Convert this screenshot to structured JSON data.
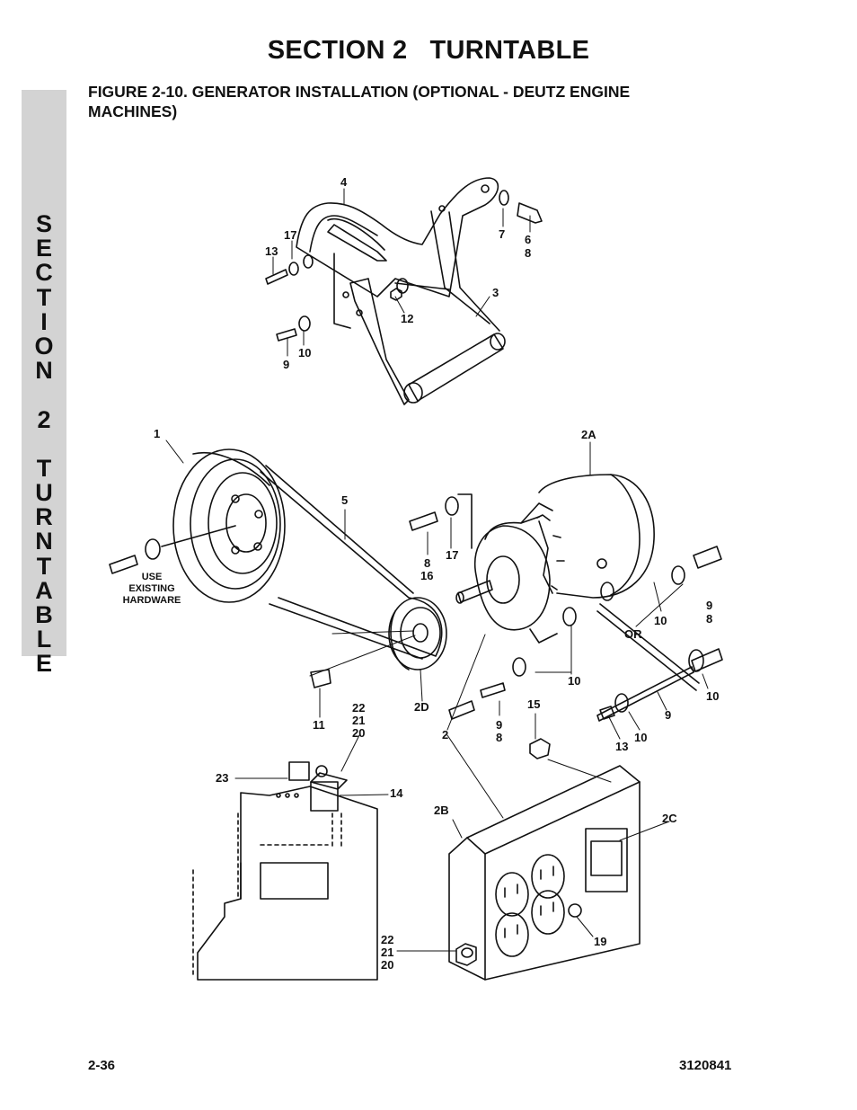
{
  "section_title": "SECTION 2   TURNTABLE",
  "figure_title": "FIGURE 2-10.  GENERATOR INSTALLATION (OPTIONAL - DEUTZ ENGINE MACHINES)",
  "side_tab": "SECTION 2 TURNTABLE",
  "footer": {
    "page_number": "2-36",
    "document_number": "3120841"
  },
  "callouts": {
    "c4": "4",
    "c17a": "17",
    "c13a": "13",
    "c7": "7",
    "c6": "6",
    "c8a": "8",
    "c3": "3",
    "c12": "12",
    "c9a": "9",
    "c10a": "10",
    "c1": "1",
    "c2A": "2A",
    "c5": "5",
    "c8b": "8",
    "c16": "16",
    "c17b": "17",
    "use": "USE",
    "existing": "EXISTING",
    "hardware": "HARDWARE",
    "c9b": "9",
    "c8c": "8",
    "c10b": "10",
    "or": "OR",
    "c10c": "10",
    "c9c": "9",
    "c10d": "10",
    "c10e": "10",
    "c13b": "13",
    "c11": "11",
    "c22a": "22",
    "c21a": "21",
    "c20a": "20",
    "c2D": "2D",
    "c9d": "9",
    "c8d": "8",
    "c15": "15",
    "c2": "2",
    "c23": "23",
    "c14": "14",
    "c2B": "2B",
    "c2C": "2C",
    "c22b": "22",
    "c21b": "21",
    "c20b": "20",
    "c19": "19"
  }
}
